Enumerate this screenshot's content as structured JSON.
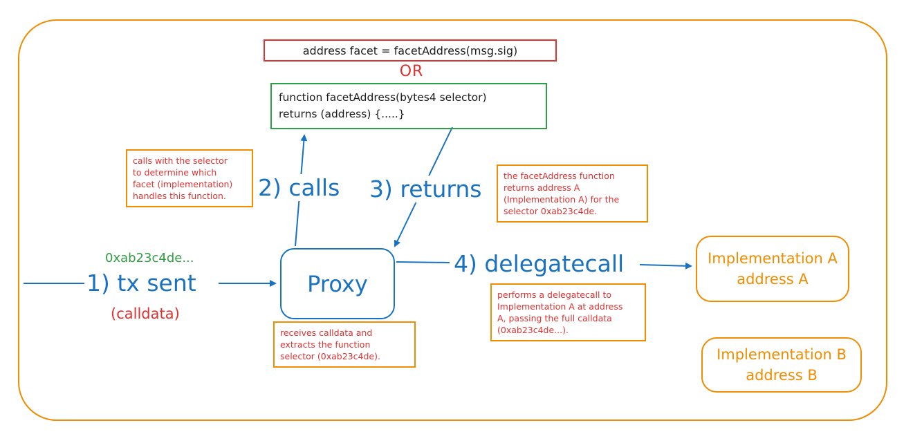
{
  "code_box": {
    "line": "address facet = facetAddress(msg.sig)"
  },
  "or_label": "OR",
  "function_box": {
    "line1": "function facetAddress(bytes4 selector)",
    "line2": "returns (address) {.....}"
  },
  "notes": {
    "calls": [
      "calls with the selector",
      "to determine which",
      "facet (implementation)",
      "handles this function."
    ],
    "returns": [
      "the facetAddress function",
      "returns address A",
      "(Implementation A) for the",
      "selector 0xab23c4de."
    ],
    "proxy": [
      "receives calldata and",
      "extracts the function",
      "selector (0xab23c4de)."
    ],
    "delegatecall": [
      "performs a delegatecall to",
      "Implementation A at address",
      "A, passing the full calldata",
      "(0xab23c4de...)."
    ]
  },
  "steps": {
    "tx_sent": "1) tx sent",
    "calls": "2) calls",
    "returns": "3) returns",
    "delegatecall": "4) delegatecall"
  },
  "calldata_value": "0xab23c4de...",
  "calldata_label": "(calldata)",
  "proxy_label": "Proxy",
  "impl_a": {
    "line1": "Implementation A",
    "line2": "address A"
  },
  "impl_b": {
    "line1": "Implementation B",
    "line2": "address B"
  },
  "colors": {
    "blue": "#1971c2",
    "orange": "#f08c00",
    "red": "#e03131",
    "green": "#2f9e44"
  }
}
